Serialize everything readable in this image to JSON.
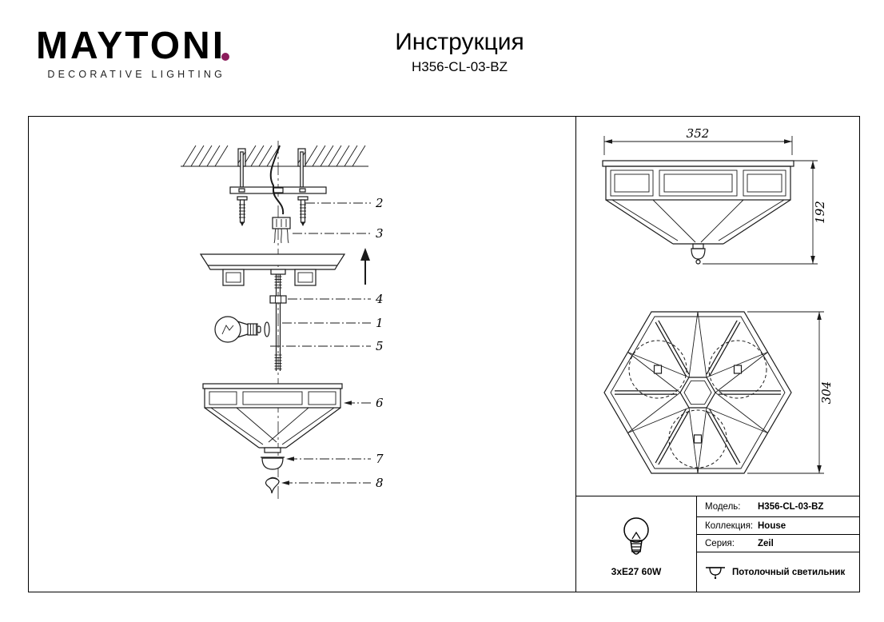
{
  "header": {
    "brand": "MAYTONI",
    "tagline": "DECORATIVE LIGHTING",
    "title": "Инструкция",
    "model": "H356-CL-03-BZ"
  },
  "assembly": {
    "labels": {
      "l1": "1",
      "l2": "2",
      "l3": "3",
      "l4": "4",
      "l5": "5",
      "l6": "6",
      "l7": "7",
      "l8": "8"
    }
  },
  "dims": {
    "width": "352",
    "height": "192",
    "across": "304"
  },
  "specs": {
    "lamp": "3xE27 60W",
    "model_label": "Модель:",
    "model_value": "H356-CL-03-BZ",
    "collection_label": "Коллекция:",
    "collection_value": "House",
    "series_label": "Серия:",
    "series_value": "Zeil",
    "type_value": "Потолочный светильник"
  },
  "colors": {
    "brand_dot": "#8c1d5c",
    "line": "#1a1a1a"
  }
}
